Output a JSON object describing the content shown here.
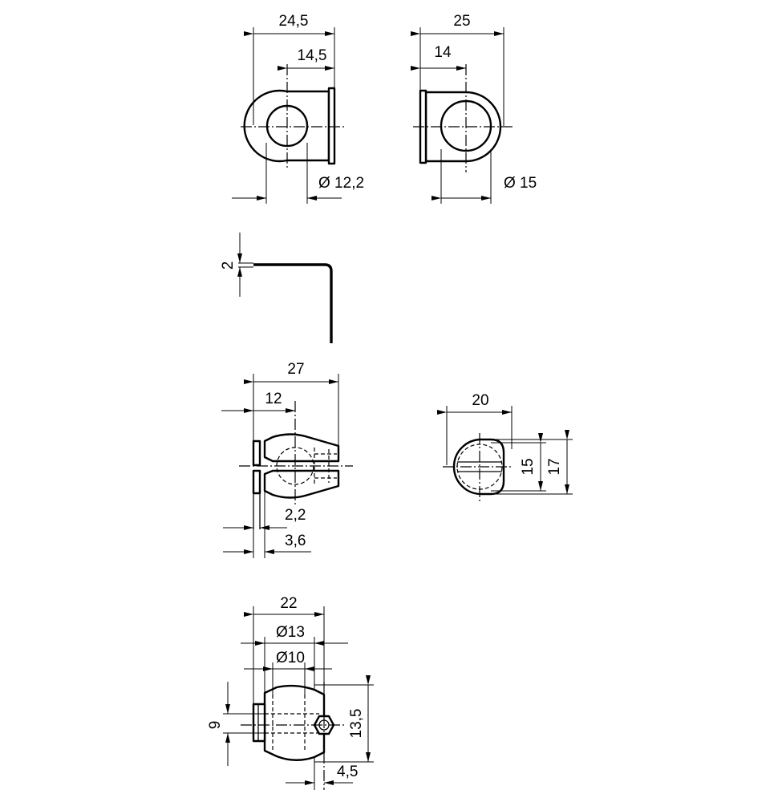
{
  "dimensions": {
    "view1_width": "24,5",
    "view1_center_offset": "14,5",
    "view1_bore": "Ø 12,2",
    "view2_width": "25",
    "view2_center_offset": "14",
    "view2_bore": "Ø 15",
    "plate_thickness": "2",
    "view3_length": "27",
    "view3_center_offset": "12",
    "view3_flange_1": "2,2",
    "view3_flange_2": "3,6",
    "view4_width": "20",
    "view4_inner_height": "15",
    "view4_outer_height": "17",
    "view5_length": "22",
    "view5_outer_dia": "Ø13",
    "view5_inner_dia": "Ø10",
    "view5_slot": "9",
    "view5_height": "13,5",
    "view5_screw_offset": "4,5"
  }
}
